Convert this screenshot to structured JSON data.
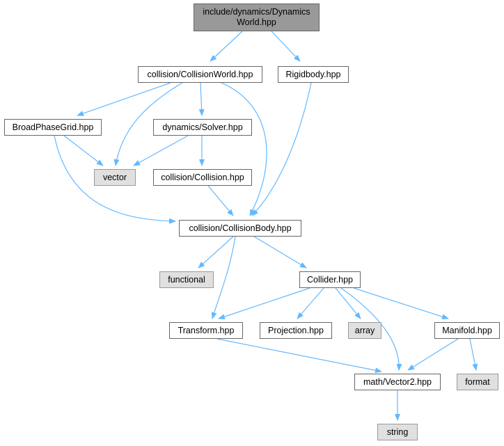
{
  "colors": {
    "edge": "#63b8ff",
    "root_fill": "#999999",
    "system_fill": "#e0e0e0",
    "node_border": "#666666"
  },
  "nodes": {
    "root": "include/dynamics/Dynamics\nWorld.hpp",
    "collision_world": "collision/CollisionWorld.hpp",
    "rigidbody": "Rigidbody.hpp",
    "broad_phase_grid": "BroadPhaseGrid.hpp",
    "solver": "dynamics/Solver.hpp",
    "vector": "vector",
    "collision": "collision/Collision.hpp",
    "collision_body": "collision/CollisionBody.hpp",
    "functional": "functional",
    "collider": "Collider.hpp",
    "transform": "Transform.hpp",
    "projection": "Projection.hpp",
    "array": "array",
    "manifold": "Manifold.hpp",
    "vector2": "math/Vector2.hpp",
    "format": "format",
    "string": "string"
  },
  "edges": [
    [
      "root",
      "collision_world"
    ],
    [
      "root",
      "rigidbody"
    ],
    [
      "collision_world",
      "broad_phase_grid"
    ],
    [
      "collision_world",
      "vector"
    ],
    [
      "collision_world",
      "solver"
    ],
    [
      "collision_world",
      "collision_body"
    ],
    [
      "rigidbody",
      "collision_body"
    ],
    [
      "broad_phase_grid",
      "vector"
    ],
    [
      "broad_phase_grid",
      "collision_body"
    ],
    [
      "solver",
      "vector"
    ],
    [
      "solver",
      "collision"
    ],
    [
      "collision",
      "collision_body"
    ],
    [
      "collision_body",
      "functional"
    ],
    [
      "collision_body",
      "collider"
    ],
    [
      "collision_body",
      "transform"
    ],
    [
      "collider",
      "transform"
    ],
    [
      "collider",
      "projection"
    ],
    [
      "collider",
      "array"
    ],
    [
      "collider",
      "vector2"
    ],
    [
      "collider",
      "manifold"
    ],
    [
      "transform",
      "vector2"
    ],
    [
      "manifold",
      "vector2"
    ],
    [
      "manifold",
      "format"
    ],
    [
      "vector2",
      "string"
    ]
  ]
}
